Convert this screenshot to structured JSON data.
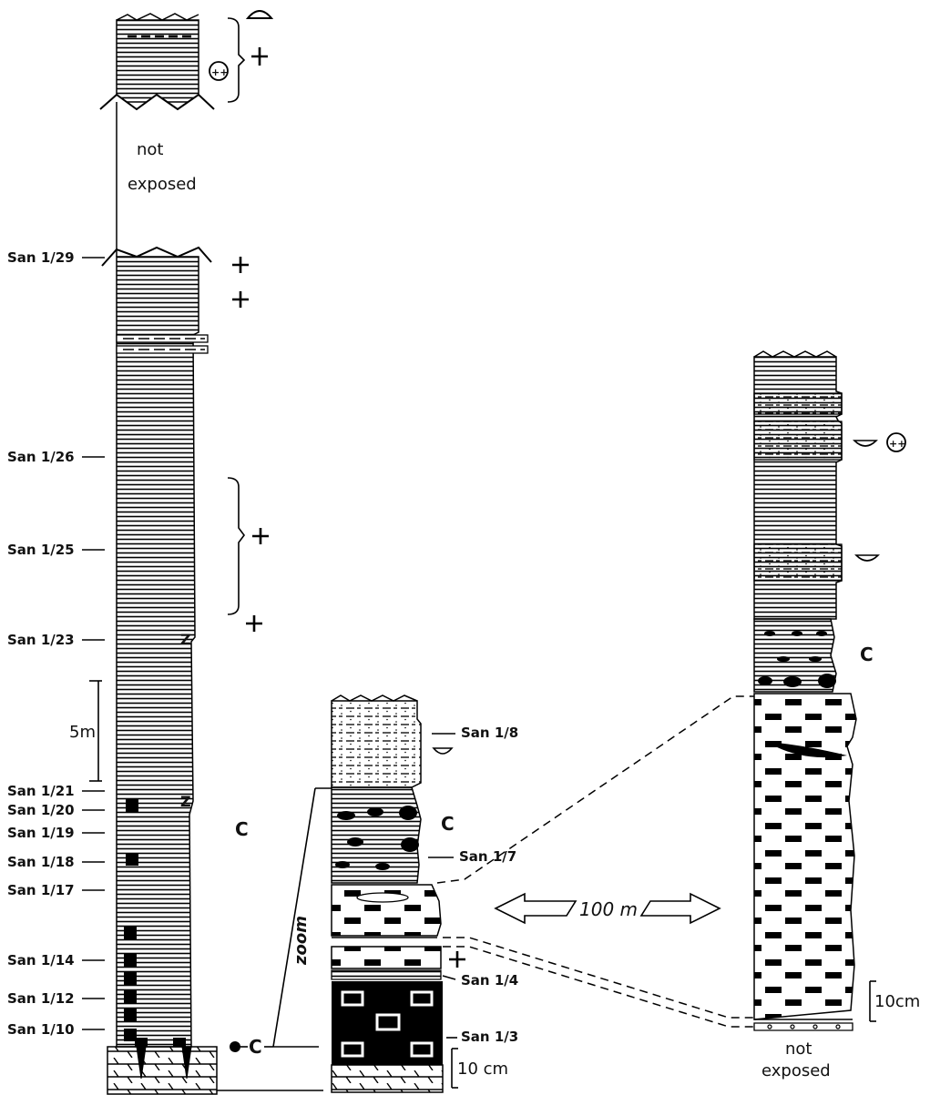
{
  "column1": {
    "note_not_exposed": [
      "not",
      "exposed"
    ],
    "samples": [
      "San 1/29",
      "San 1/26",
      "San 1/25",
      "San 1/23",
      "San 1/21",
      "San 1/20",
      "San 1/19",
      "San 1/18",
      "San 1/17",
      "San 1/14",
      "San 1/12",
      "San 1/10"
    ],
    "scale_label": "5m",
    "facies_symbol": "C",
    "marker_symbol": "C"
  },
  "column2": {
    "samples": [
      "San 1/8",
      "San 1/7",
      "San 1/4",
      "San 1/3"
    ],
    "facies_symbol": "C",
    "scale_label": "10 cm",
    "zoom_label": "zoom"
  },
  "column3": {
    "facies_symbol": "C",
    "scale_label": "10cm",
    "note_not_exposed": [
      "not",
      "exposed"
    ]
  },
  "distance_label": "100 m"
}
